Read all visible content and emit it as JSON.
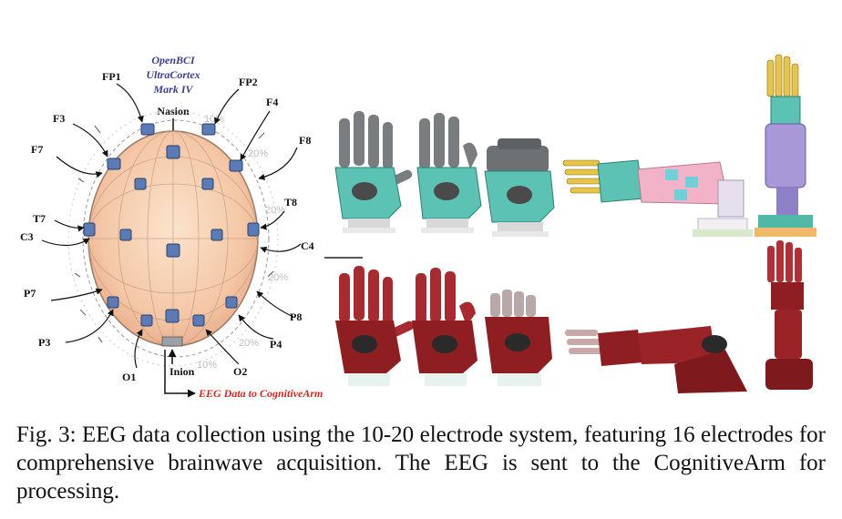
{
  "figure": {
    "header": [
      "OpenBCI",
      "UltraCortex",
      "Mark IV"
    ],
    "nasion": "Nasion",
    "inion": "Inion",
    "output": "EEG Data to CognitiveArm",
    "percent_marks": [
      "10%",
      "20%",
      "20%",
      "20%",
      "20%",
      "10%"
    ],
    "electrodes": [
      "FP1",
      "FP2",
      "F3",
      "F4",
      "F7",
      "F8",
      "T7",
      "T8",
      "C3",
      "C4",
      "P7",
      "P8",
      "P3",
      "P4",
      "O1",
      "O2"
    ],
    "colors": {
      "output_text": "#d42a22",
      "header_text": "#3b3f8f",
      "hand_teal": "#5cc2b3",
      "hand_red": "#8e1e22"
    }
  },
  "caption": {
    "text": "Fig. 3: EEG data collection using the 10-20 electrode system, featuring 16 electrodes for comprehensive brainwave acquisition. The EEG is sent to the CognitiveArm for processing."
  }
}
